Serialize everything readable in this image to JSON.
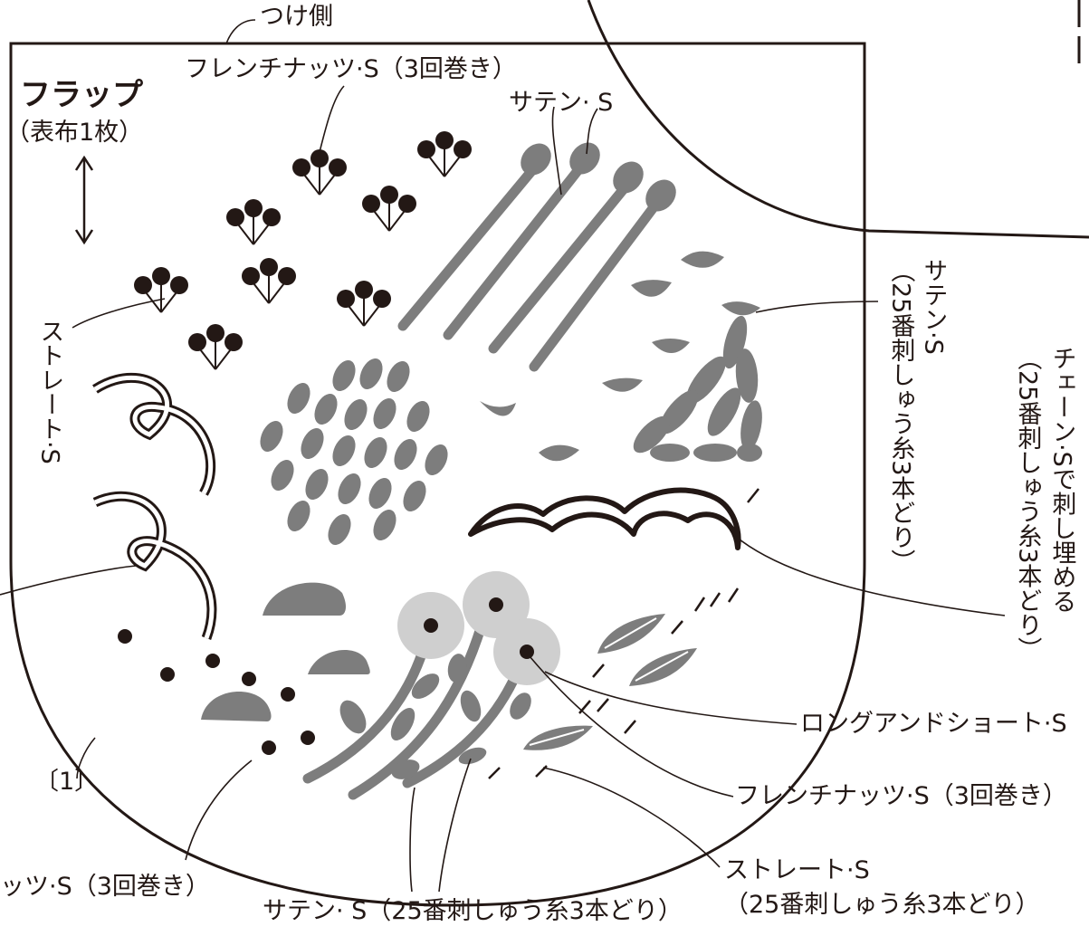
{
  "title": {
    "name": "フラップ",
    "sub": "（表布1枚）"
  },
  "labels": {
    "attach_side": "つけ側",
    "french_knot_top": "フレンチナッツ·S（3回巻き）",
    "satin_top": "サテン· S",
    "satin_right": "サテン·S",
    "satin_right_sub": "（25番刺しゅう糸3本どり）",
    "chain_fill": "チェーン·Sで刺し埋める",
    "chain_fill_sub": "（25番刺しゅう糸3本どり）",
    "straight_left": "ストレート·S",
    "long_short": "ロングアンドショート·S",
    "french_knot_right": "フレンチナッツ·S（3回巻き）",
    "straight_bottom": "ストレート·S",
    "straight_bottom_sub": "（25番刺しゅう糸3本どり）",
    "satin_bottom": "サテン· S（25番刺しゅう糸3本どり）",
    "french_knot_bottom": "ッツ·S（3回巻き）",
    "part_number": "〔1〕"
  },
  "colors": {
    "ink": "#231815",
    "fill_gray": "#7d7d7d",
    "light_gray": "#cfcfcf",
    "background": "#ffffff"
  }
}
